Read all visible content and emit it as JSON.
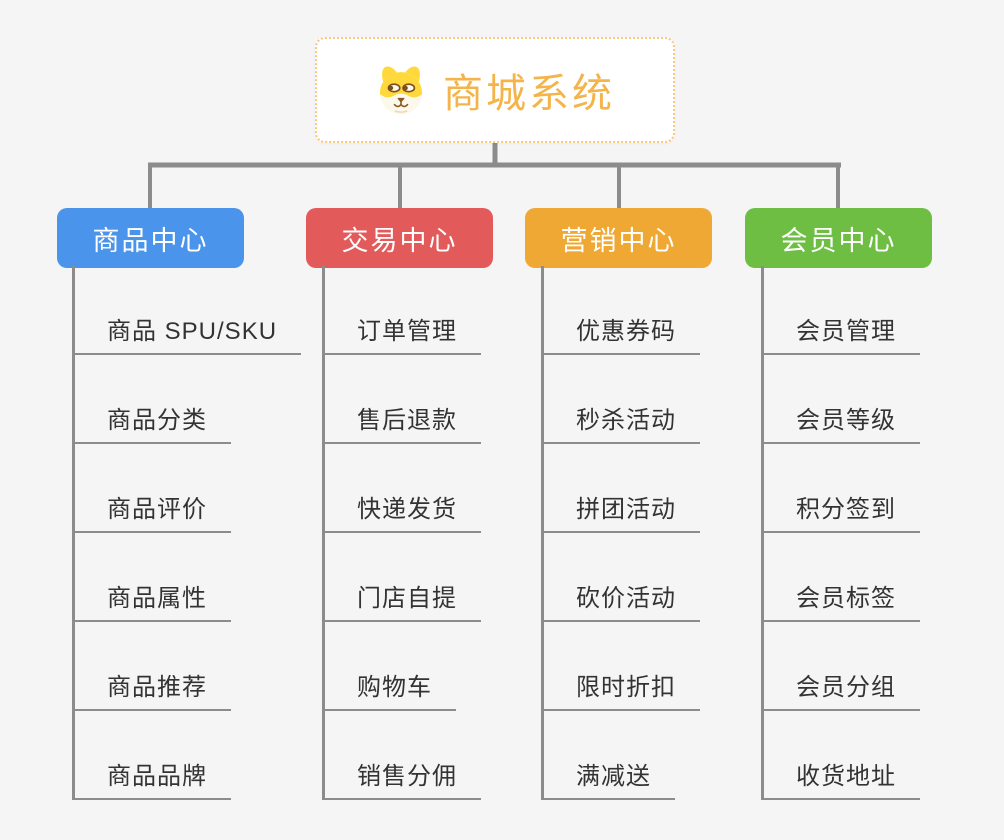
{
  "canvas": {
    "background_color": "#f5f5f5",
    "connector_color": "#8c8c8c"
  },
  "root": {
    "label": "商城系统",
    "icon": "dog-face-icon",
    "text_color": "#f5b44a",
    "border_color": "#f8c87e"
  },
  "branches": [
    {
      "label": "商品中心",
      "color": "#4a94eb",
      "children": [
        "商品 SPU/SKU",
        "商品分类",
        "商品评价",
        "商品属性",
        "商品推荐",
        "商品品牌"
      ]
    },
    {
      "label": "交易中心",
      "color": "#e25a5a",
      "children": [
        "订单管理",
        "售后退款",
        "快递发货",
        "门店自提",
        "购物车",
        "销售分佣"
      ]
    },
    {
      "label": "营销中心",
      "color": "#efa833",
      "children": [
        "优惠券码",
        "秒杀活动",
        "拼团活动",
        "砍价活动",
        "限时折扣",
        "满减送"
      ]
    },
    {
      "label": "会员中心",
      "color": "#6dbe42",
      "children": [
        "会员管理",
        "会员等级",
        "积分签到",
        "会员标签",
        "会员分组",
        "收货地址"
      ]
    }
  ]
}
